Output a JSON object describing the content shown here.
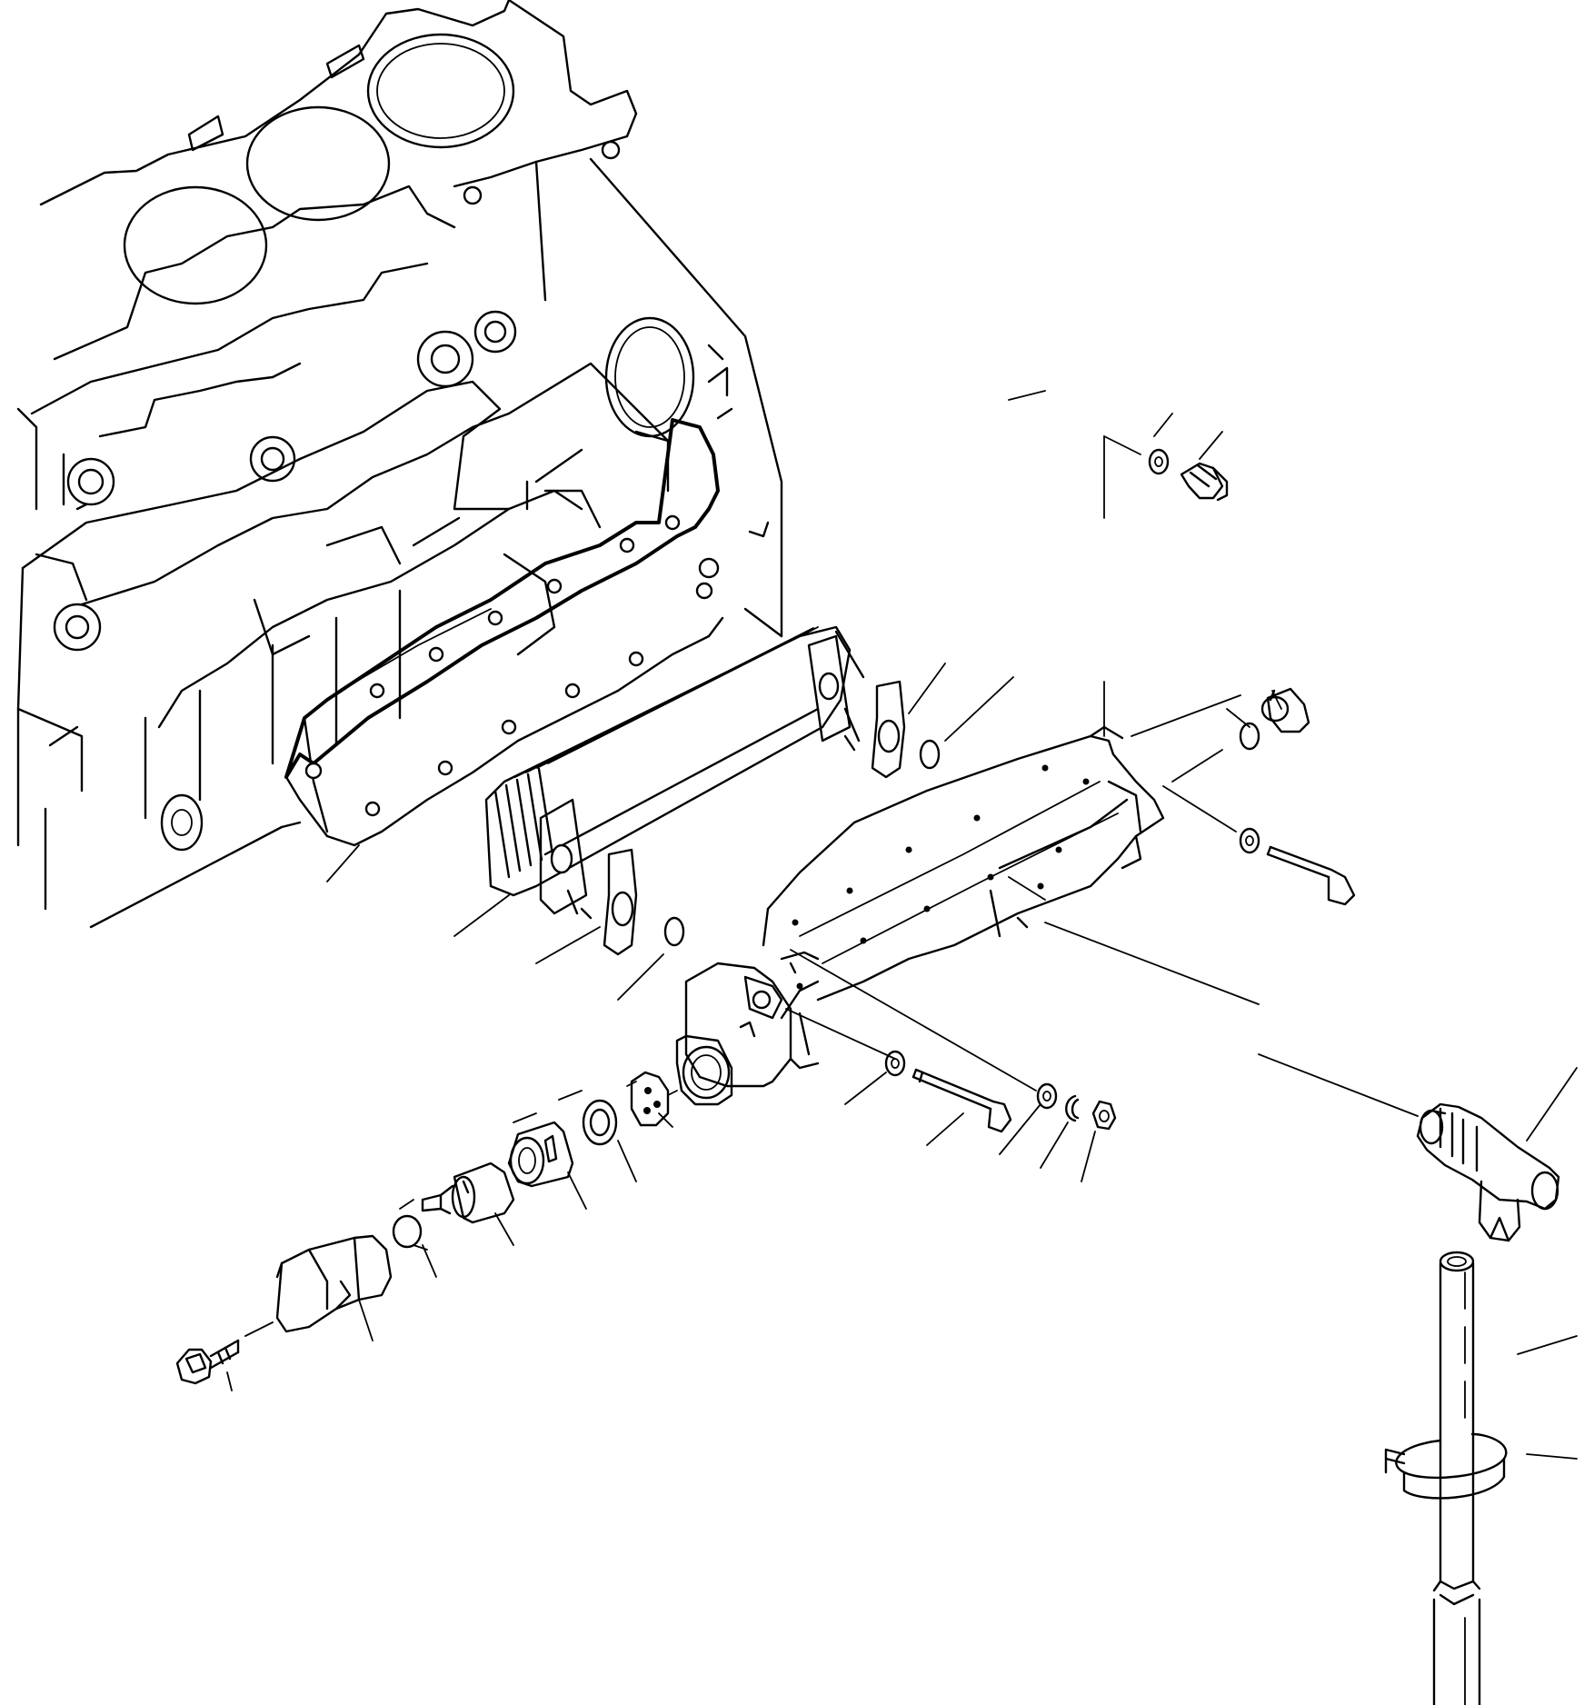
{
  "diagram": {
    "kind": "exploded-parts-view",
    "parts": [
      {
        "id": "cylinder-block"
      },
      {
        "id": "oil-cooler-gasket"
      },
      {
        "id": "oil-cooler-element"
      },
      {
        "id": "element-gasket-upper"
      },
      {
        "id": "o-ring-upper"
      },
      {
        "id": "element-gasket-lower"
      },
      {
        "id": "o-ring-lower"
      },
      {
        "id": "oil-cooler-cover"
      },
      {
        "id": "cover-plug"
      },
      {
        "id": "plug-o-ring"
      },
      {
        "id": "cover-washer-top"
      },
      {
        "id": "cover-bolt-top"
      },
      {
        "id": "cover-washer-mid"
      },
      {
        "id": "cover-bolt-mid"
      },
      {
        "id": "cover-washer-front"
      },
      {
        "id": "cover-bolt-long"
      },
      {
        "id": "stud-washer"
      },
      {
        "id": "stud-lock-washer"
      },
      {
        "id": "stud-nut"
      },
      {
        "id": "valve-seat"
      },
      {
        "id": "valve-seal"
      },
      {
        "id": "valve-sleeve"
      },
      {
        "id": "regulator-valve"
      },
      {
        "id": "valve-o-ring"
      },
      {
        "id": "valve-cap"
      },
      {
        "id": "cap-bolt"
      },
      {
        "id": "tee-fitting"
      },
      {
        "id": "drain-pipe"
      },
      {
        "id": "pipe-clamp"
      }
    ]
  }
}
